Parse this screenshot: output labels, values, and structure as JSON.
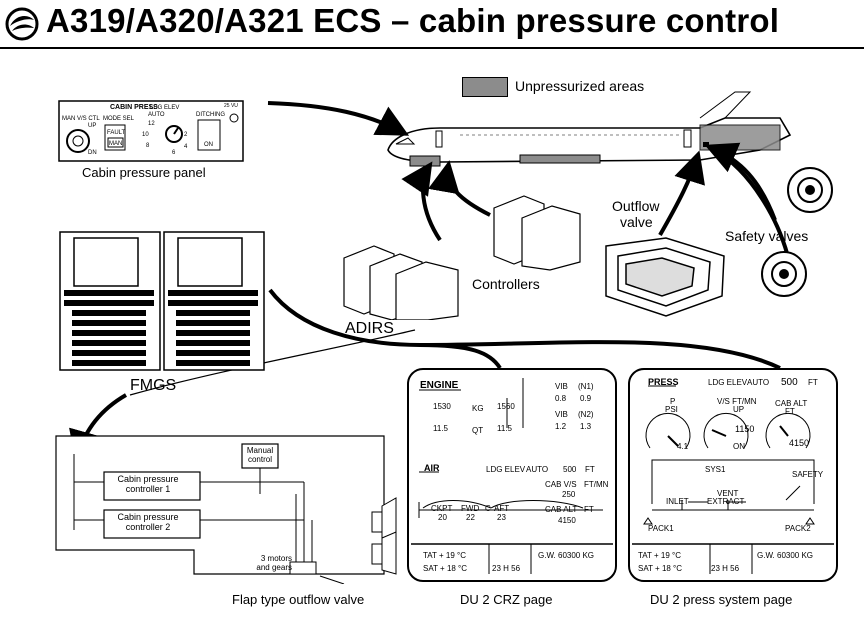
{
  "header": {
    "title": "A319/A320/A321 ECS – cabin pressure control",
    "legend_label": "Unpressurized areas"
  },
  "labels": {
    "cabin_panel": "Cabin pressure panel",
    "fmgs": "FMGS",
    "adirs": "ADIRS",
    "controllers": "Controllers",
    "outflow_valve_1": "Outflow",
    "outflow_valve_2": "valve",
    "safety_valves": "Safety valves",
    "flap_valve": "Flap type outflow valve",
    "du2_crz": "DU 2 CRZ page",
    "du2_press": "DU 2 press system page"
  },
  "panel": {
    "title": "CABIN PRESS",
    "man_vs_ctl": "MAN V/S CTL",
    "up": "UP",
    "dn": "DN",
    "mode_sel": "MODE SEL",
    "fault": "FAULT",
    "man": "MAN",
    "auto": "AUTO",
    "ldg_elev": "LDG ELEV",
    "ditching": "DITCHING",
    "on": "ON",
    "vu": "25 VU"
  },
  "schematic": {
    "controller1": "Cabin pressure controller 1",
    "controller2": "Cabin pressure controller 2",
    "manual_control": "Manual control",
    "motors": "3 motors and gears"
  },
  "crz_page": {
    "engine": "ENGINE",
    "n1_left": "1530",
    "kg": "KG",
    "n1_right": "1560",
    "qt_left": "11.5",
    "qt": "QT",
    "qt_right": "11.5",
    "vib_n1": "VIB",
    "n1": "(N1)",
    "vib_n1_l": "0.8",
    "vib_n1_r": "0.9",
    "vib_n2": "VIB",
    "n2": "(N2)",
    "vib_n2_l": "1.2",
    "vib_n2_r": "1.3",
    "air": "AIR",
    "ldg_elev": "LDG ELEV",
    "auto": "AUTO",
    "ldg_value": "500",
    "ldg_unit": "FT",
    "cab_vs": "CAB V/S",
    "ft_mn": "FT/MN",
    "cab_vs_value": "250",
    "cab_alt": "CAB ALT",
    "cab_alt_unit": "FT",
    "cab_alt_value": "4150",
    "ckpt": "CKPT",
    "ckpt_value": "20",
    "fwd": "FWD",
    "fwd_value": "22",
    "c": "C",
    "aft": "AFT",
    "aft_value": "23",
    "tat": "TAT + 19 °C",
    "sat": "SAT + 18 °C",
    "time": "23 H 56",
    "gw": "G.W. 60300 KG"
  },
  "press_page": {
    "press": "PRESS",
    "ldg_elev": "LDG ELEV",
    "auto": "AUTO",
    "ldg_value": "500",
    "ldg_unit": "FT",
    "p": "P",
    "psi": "PSI",
    "p_value": "4.1",
    "vs": "V/S FT/MN",
    "vs_up": "UP",
    "vs_dn": "ON",
    "vs_value": "1150",
    "cab_alt": "CAB ALT",
    "cab_alt_unit": "FT",
    "cab_alt_value": "4150",
    "sys1": "SYS1",
    "safety": "SAFETY",
    "vent": "VENT",
    "inlet": "INLET",
    "extract": "EXTRACT",
    "pack1": "PACK1",
    "pack2": "PACK2",
    "tat": "TAT + 19 °C",
    "sat": "SAT + 18 °C",
    "time": "23 H 56",
    "gw": "G.W. 60300 KG"
  }
}
